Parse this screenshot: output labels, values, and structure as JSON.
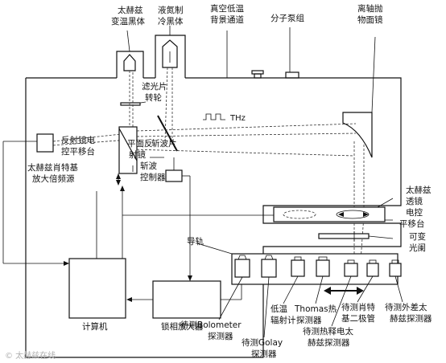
{
  "labels": {
    "thz_source": [
      "太赫兹",
      "变温黑体"
    ],
    "ln2_cold_body": [
      "液氮制",
      "冷黑体"
    ],
    "vacuum_channel": [
      "真空低温",
      "背景通道"
    ],
    "molecular_pump": "分子泵组",
    "off_axis_mirror": [
      "离轴抛",
      "物面镜"
    ],
    "filter_wheel": [
      "滤光片",
      "转轮"
    ],
    "thz_signal": "THz",
    "mirror_stage": [
      "反射镜电",
      "控平移台"
    ],
    "flat_mirror": [
      "平面反",
      "射镜"
    ],
    "chopper_blade": "斩波片",
    "thz_multiplier_source": [
      "太赫兹肖特基",
      "放大倍频源"
    ],
    "chopper_controller": [
      "斩波",
      "控制器"
    ],
    "thz_lens": [
      "太赫兹",
      "透镜"
    ],
    "motorized_stage": [
      "电控",
      "平移台"
    ],
    "variable_aperture": [
      "可变",
      "光阑"
    ],
    "guide_rail": "导轨",
    "computer": "计算机",
    "lockin_amplifier": "锁相放大器",
    "low_temp_bolometer": [
      "低温",
      "辐射计"
    ],
    "thomas_detector": [
      "Thomas热",
      "探测器"
    ],
    "schottky_diode": [
      "待测肖特",
      "基二极管"
    ],
    "heterodyne_detector": [
      "待测外差太",
      "赫兹探测器"
    ],
    "pyroelectric_detector": [
      "待测热释电太",
      "赫兹探测器"
    ],
    "bolometer_detector": [
      "待测Bolometer",
      "探测器"
    ],
    "golay_detector": [
      "待测Golay",
      "探测器"
    ]
  },
  "watermark": "© 太赫兹在线"
}
